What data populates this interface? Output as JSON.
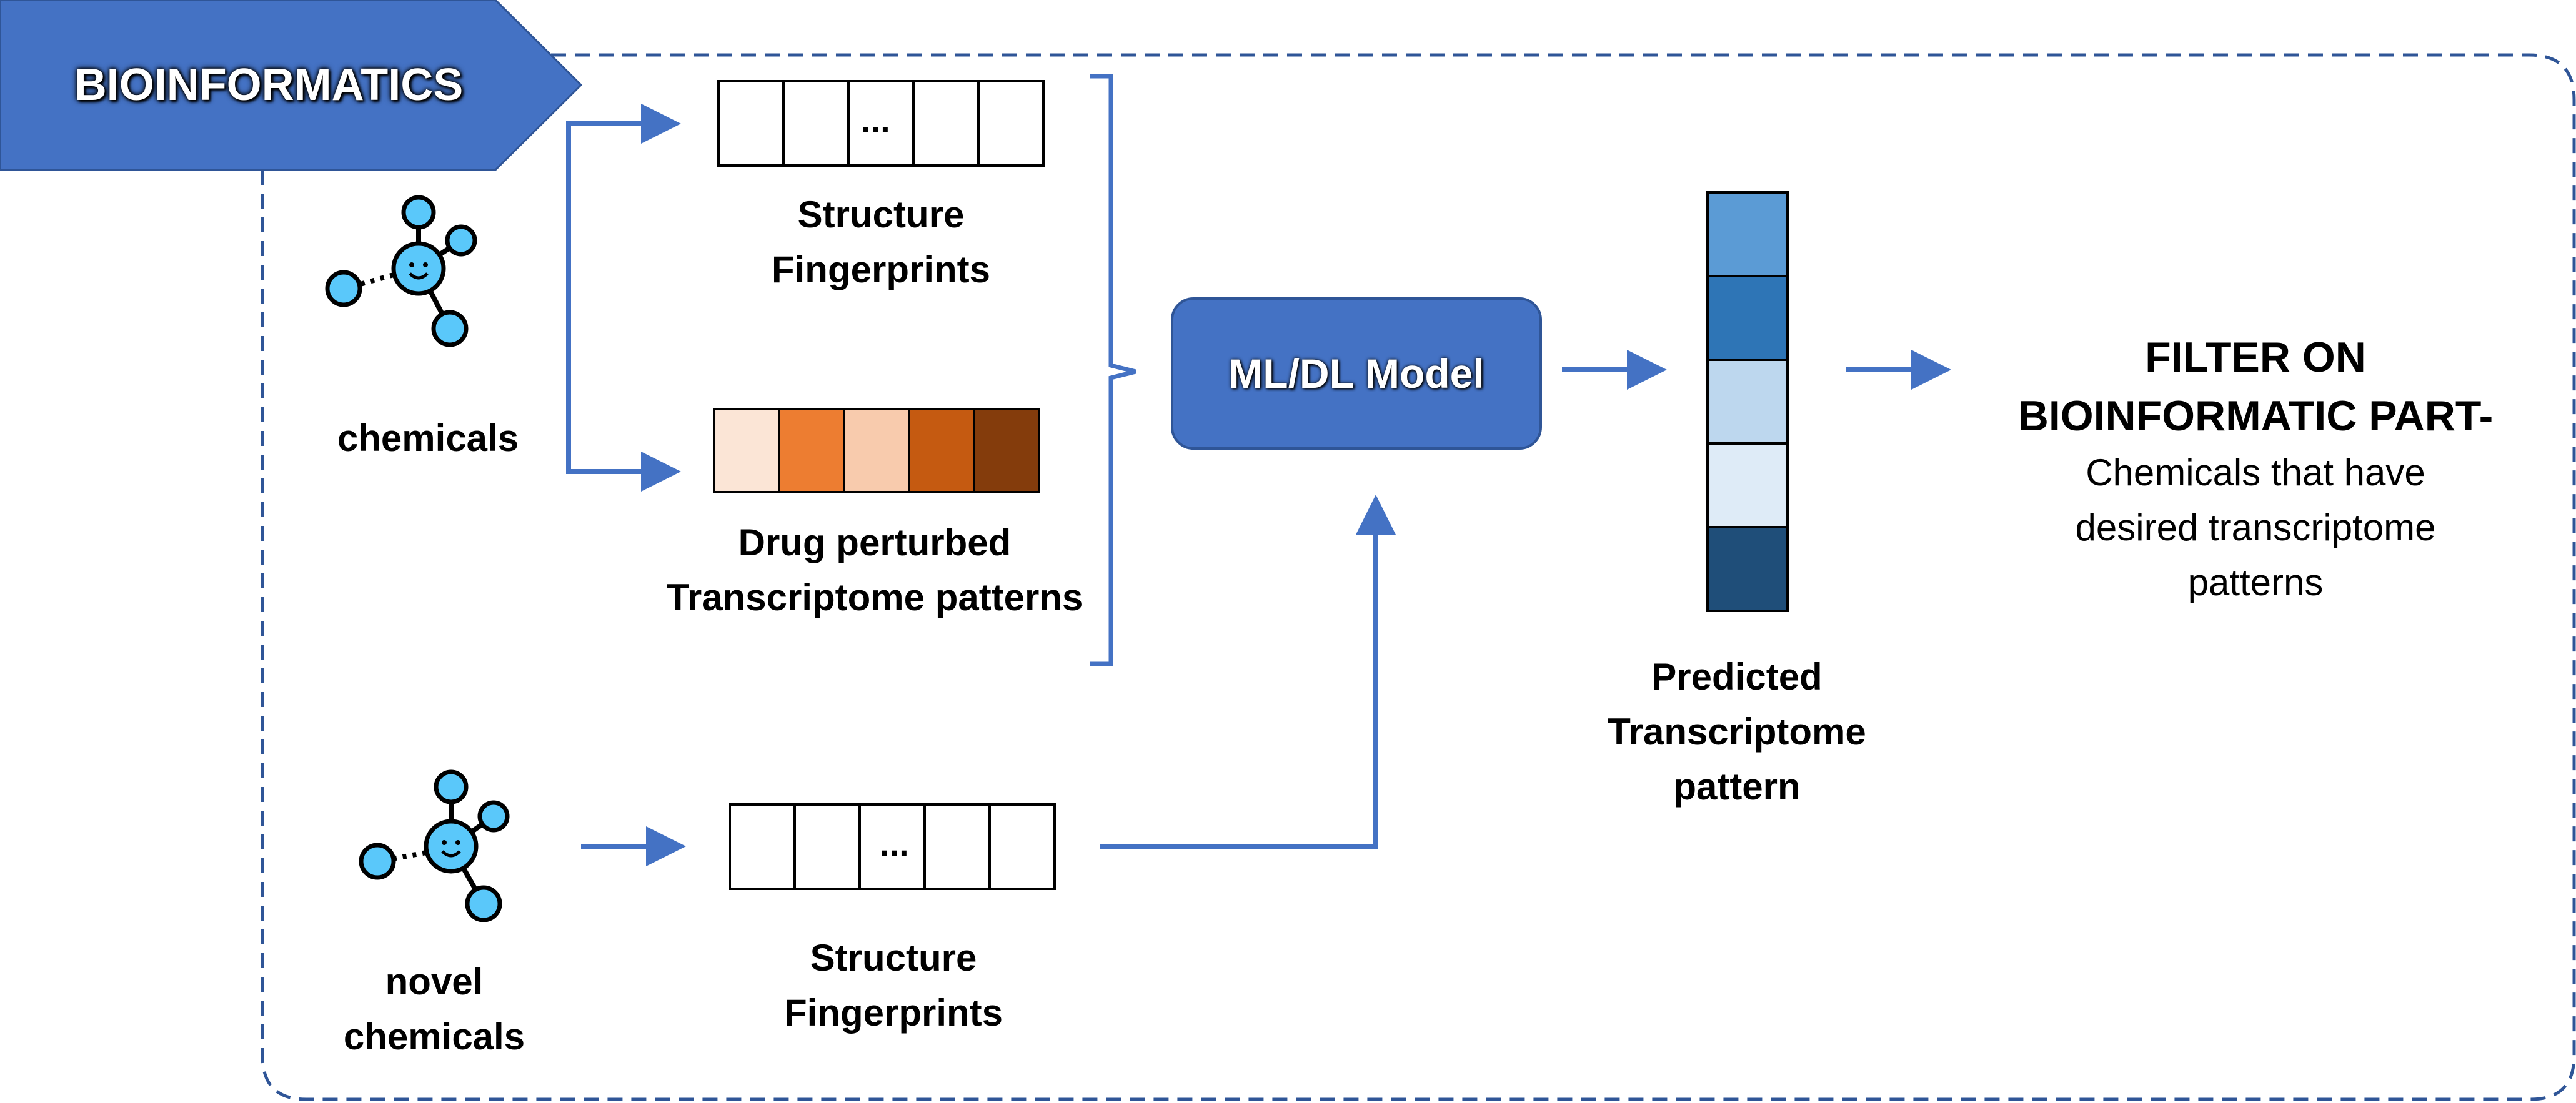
{
  "banner": {
    "label": "BIOINFORMATICS"
  },
  "chemicals": {
    "label": "chemicals"
  },
  "novel_chemicals": {
    "label_line1": "novel",
    "label_line2": "chemicals"
  },
  "fingerprint_top": {
    "ellipsis": "...",
    "label_line1": "Structure",
    "label_line2": "Fingerprints"
  },
  "transcriptome": {
    "label_line1": "Drug perturbed",
    "label_line2": "Transcriptome patterns",
    "cell_colors": [
      "#fbe5d6",
      "#ed7d31",
      "#f8cbad",
      "#c55a11",
      "#843c0c"
    ]
  },
  "fingerprint_bottom": {
    "ellipsis": "...",
    "label_line1": "Structure",
    "label_line2": "Fingerprints"
  },
  "model": {
    "label": "ML/DL Model"
  },
  "predicted": {
    "label_line1": "Predicted",
    "label_line2": "Transcriptome",
    "label_line3": "pattern",
    "cell_colors": [
      "#5b9bd5",
      "#2e75b6",
      "#bdd7ee",
      "#deebf7",
      "#1f4e79"
    ]
  },
  "filter": {
    "heading_line1": "FILTER ON",
    "heading_line2": "BIOINFORMATIC PART-",
    "text_line1": "Chemicals that have",
    "text_line2": "desired transcriptome",
    "text_line3": "patterns"
  },
  "colors": {
    "accent": "#4472c4",
    "molecule_fill": "#5ac8fa",
    "molecule_stroke": "#000000"
  },
  "icons": {
    "molecule": "molecule-icon"
  }
}
